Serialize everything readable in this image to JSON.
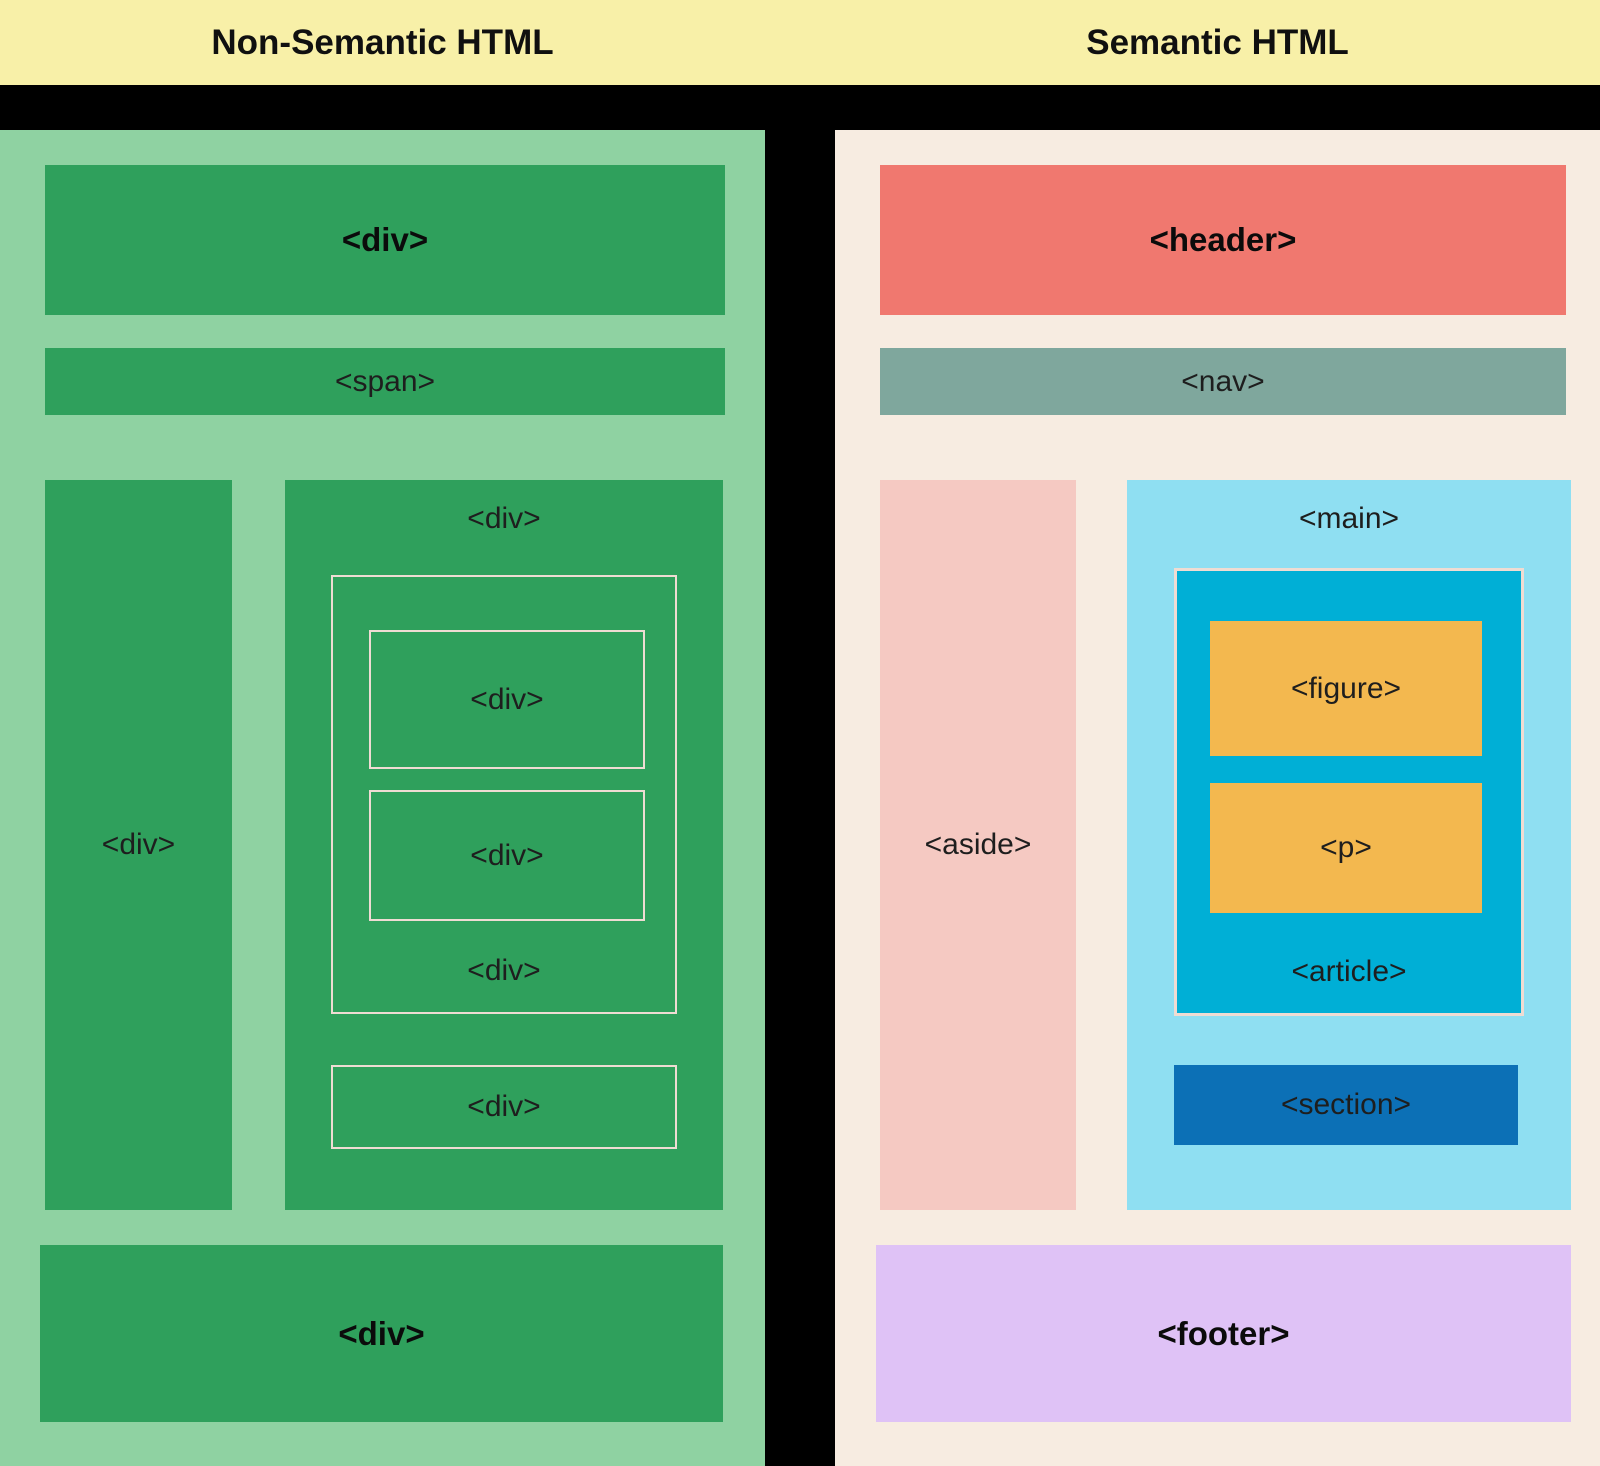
{
  "banner": {
    "left_title": "Non-Semantic HTML",
    "right_title": "Semantic HTML"
  },
  "left_panel": {
    "header_label": "<div>",
    "span_label": "<span>",
    "sidebar_label": "<div>",
    "group_label": "<div>",
    "nested_label_1": "<div>",
    "nested_label_2": "<div>",
    "wrapper_label": "<div>",
    "standalone_label": "<div>",
    "footer_label": "<div>"
  },
  "right_panel": {
    "header_label": "<header>",
    "nav_label": "<nav>",
    "aside_label": "<aside>",
    "main_label": "<main>",
    "figure_label": "<figure>",
    "p_label": "<p>",
    "article_label": "<article>",
    "section_label": "<section>",
    "footer_label": "<footer>"
  },
  "colors": {
    "banner": "#f8f0a8",
    "black": "#000000",
    "lgreen": "#8fd2a2",
    "green": "#2fa05c",
    "pborder": "#efdcd3",
    "cream": "#f7ece1",
    "salmon": "#f0786f",
    "navgreen": "#7fa79d",
    "pink": "#f5c9c2",
    "mainblue": "#8fdff2",
    "teal": "#00afd6",
    "orange": "#f3b84f",
    "sectionblue": "#0c70b6",
    "lavender": "#dfc2f6",
    "ink": "#1e1e1e"
  }
}
